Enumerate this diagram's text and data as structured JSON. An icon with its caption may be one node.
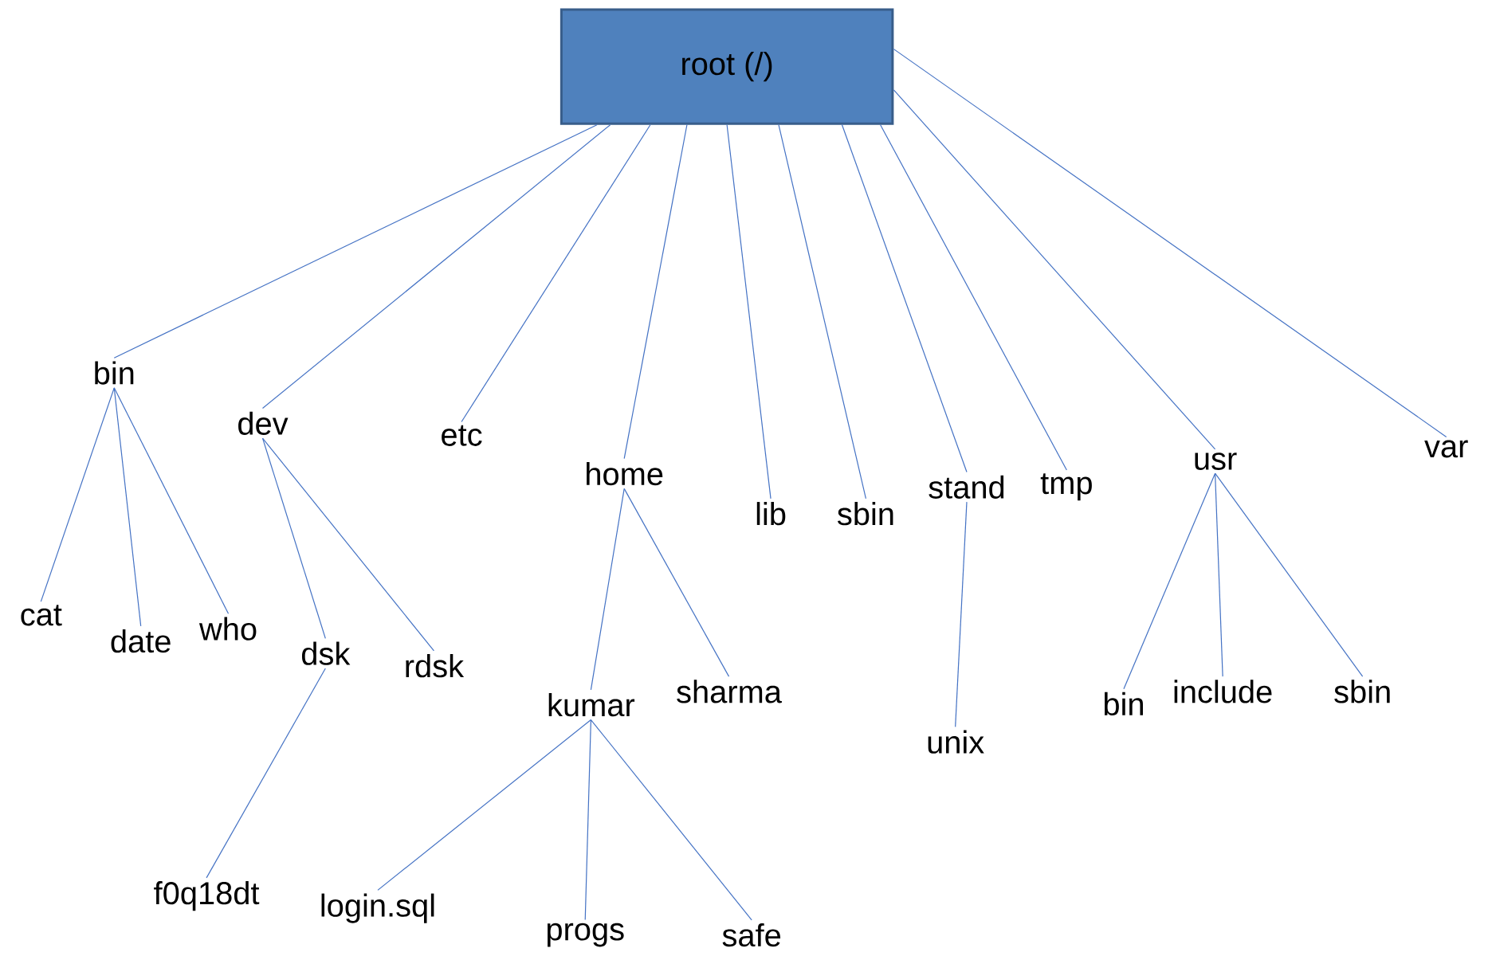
{
  "diagram": {
    "nodes": [
      {
        "text": [
          "root (/)"
        ]
      },
      {
        "text": [
          "bin"
        ]
      },
      {
        "text": [
          "dev"
        ]
      },
      {
        "text": [
          "etc"
        ]
      },
      {
        "text": [
          "home"
        ]
      },
      {
        "text": [
          "lib"
        ]
      },
      {
        "text": [
          "sbin"
        ]
      },
      {
        "text": [
          "stand"
        ]
      },
      {
        "text": [
          "tmp"
        ]
      },
      {
        "text": [
          "usr"
        ]
      },
      {
        "text": [
          "var"
        ]
      },
      {
        "text": [
          "cat"
        ]
      },
      {
        "text": [
          "date"
        ]
      },
      {
        "text": [
          "who"
        ]
      },
      {
        "text": [
          "dsk"
        ]
      },
      {
        "text": [
          "rdsk"
        ]
      },
      {
        "text": [
          "f0q18dt"
        ]
      },
      {
        "text": [
          "kumar"
        ]
      },
      {
        "text": [
          "sharma"
        ]
      },
      {
        "text": [
          "login.sql"
        ]
      },
      {
        "text": [
          "progs"
        ]
      },
      {
        "text": [
          "safe"
        ]
      },
      {
        "text": [
          "unix"
        ]
      },
      {
        "text": [
          "bin"
        ]
      },
      {
        "text": [
          "include"
        ]
      },
      {
        "text": [
          "sbin"
        ]
      }
    ],
    "edges": [
      {
        "from": 0,
        "to": 1,
        "arrow": "none"
      },
      {
        "from": 0,
        "to": 2,
        "arrow": "none"
      },
      {
        "from": 0,
        "to": 3,
        "arrow": "none"
      },
      {
        "from": 0,
        "to": 4,
        "arrow": "none"
      },
      {
        "from": 0,
        "to": 5,
        "arrow": "none"
      },
      {
        "from": 0,
        "to": 6,
        "arrow": "none"
      },
      {
        "from": 0,
        "to": 7,
        "arrow": "none"
      },
      {
        "from": 0,
        "to": 8,
        "arrow": "none"
      },
      {
        "from": 0,
        "to": 9,
        "arrow": "none"
      },
      {
        "from": 0,
        "to": 10,
        "arrow": "none"
      },
      {
        "from": 1,
        "to": 11,
        "arrow": "none"
      },
      {
        "from": 1,
        "to": 12,
        "arrow": "none"
      },
      {
        "from": 1,
        "to": 13,
        "arrow": "none"
      },
      {
        "from": 2,
        "to": 14,
        "arrow": "none"
      },
      {
        "from": 2,
        "to": 15,
        "arrow": "none"
      },
      {
        "from": 14,
        "to": 16,
        "arrow": "none"
      },
      {
        "from": 4,
        "to": 17,
        "arrow": "none"
      },
      {
        "from": 4,
        "to": 18,
        "arrow": "none"
      },
      {
        "from": 17,
        "to": 19,
        "arrow": "none"
      },
      {
        "from": 17,
        "to": 20,
        "arrow": "none"
      },
      {
        "from": 17,
        "to": 21,
        "arrow": "none"
      },
      {
        "from": 7,
        "to": 22,
        "arrow": "none"
      },
      {
        "from": 9,
        "to": 23,
        "arrow": "none"
      },
      {
        "from": 9,
        "to": 24,
        "arrow": "none"
      },
      {
        "from": 9,
        "to": 25,
        "arrow": "none"
      }
    ]
  }
}
